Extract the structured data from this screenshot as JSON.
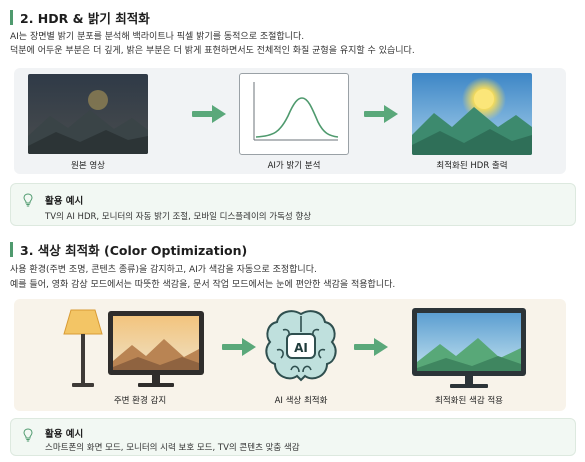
{
  "section1": {
    "title": "2. HDR & 밝기 최적화",
    "desc_line1": "AI는 장면별 밝기 분포를 분석해 백라이트나 픽셀 밝기를 동적으로 조절합니다.",
    "desc_line2": "덕분에 어두운 부분은 더 깊게, 밝은 부분은 더 밝게 표현하면서도 전체적인 화질 균형을 유지할 수 있습니다.",
    "caption_original": "원본 영상",
    "caption_analysis": "AI가 밝기 분석",
    "caption_output": "최적화된 HDR 출력",
    "tip_title": "활용 예시",
    "tip_body": "TV의 AI HDR, 모니터의 자동 밝기 조절, 모바일 디스플레이의 가독성 향상"
  },
  "section2": {
    "title": "3. 색상 최적화 (Color Optimization)",
    "desc_line1": "사용 환경(주변 조명, 콘텐츠 종류)을 감지하고, AI가 색감을 자동으로 조정합니다.",
    "desc_line2": "예를 들어, 영화 감상 모드에서는 따뜻한 색감을, 문서 작업 모드에서는 눈에 편안한 색감을 적용합니다.",
    "chip_label": "AI",
    "caption_ambient": "주변 환경 감지",
    "caption_ai": "AI 색상 최적화",
    "caption_output": "최적화된 색감 적용",
    "tip_title": "활용 예시",
    "tip_body": "스마트폰의 화면 모드, 모니터의 시력 보호 모드, TV의 콘텐츠 맞춤 색감"
  },
  "colors": {
    "accent": "#4f9a6e",
    "arrow": "#5aa87a",
    "tip_bg": "#f2f8f3"
  }
}
